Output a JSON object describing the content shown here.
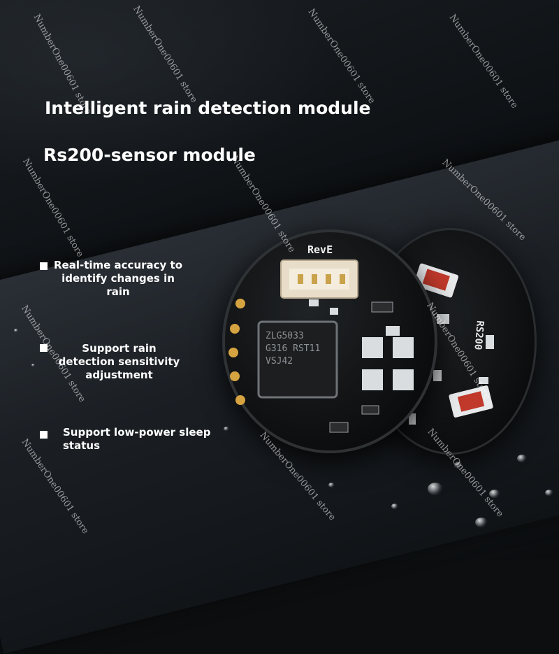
{
  "headline": {
    "title": "Intelligent rain detection module",
    "subtitle": "Rs200-sensor module"
  },
  "features": [
    {
      "text": "Real-time accuracy to identify changes in rain"
    },
    {
      "text": "Support rain detection sensitivity adjustment"
    },
    {
      "text": "Support low-power sleep status"
    }
  ],
  "board": {
    "front_silkscreen": "RevE",
    "chip_marking": "ZLG5033 G316 RST11 VSJ42",
    "back_silkscreen": "RS200"
  },
  "watermark": "NumberOne00601 store",
  "colors": {
    "background": "#0c0e10",
    "text": "#ffffff",
    "pcb": "#111315",
    "gold_pad": "#d6a341",
    "connector": "#e8ddc8",
    "chip": "#1c1e20",
    "pad_silver": "#d9dde0"
  }
}
